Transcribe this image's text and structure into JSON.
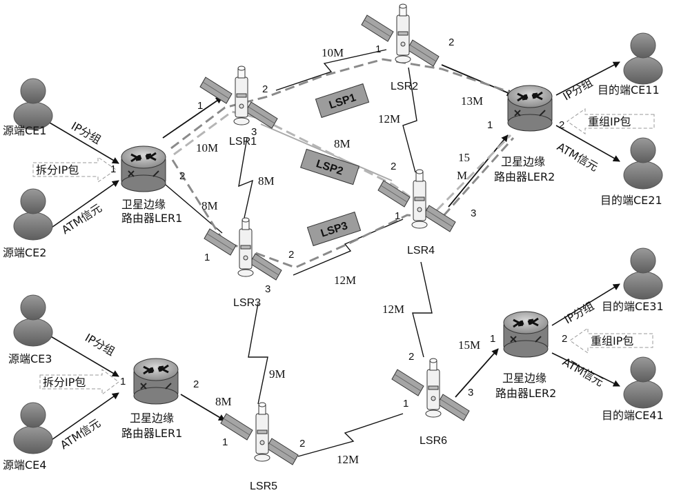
{
  "nodes": {
    "ce1": "源端CE1",
    "ce2": "源端CE2",
    "ce3": "源端CE3",
    "ce4": "源端CE4",
    "ce11": "目的端CE11",
    "ce21": "目的端CE21",
    "ce31": "目的端CE31",
    "ce41": "目的端CE41",
    "ler1_top_a": "卫星边缘",
    "ler1_top_b": "路由器LER1",
    "ler1_bot_a": "卫星边缘",
    "ler1_bot_b": "路由器LER1",
    "ler2_top_a": "卫星边缘",
    "ler2_top_b": "路由器LER2",
    "ler2_bot_a": "卫星边缘",
    "ler2_bot_b": "路由器LER2",
    "lsr1": "LSR1",
    "lsr2": "LSR2",
    "lsr3": "LSR3",
    "lsr4": "LSR4",
    "lsr5": "LSR5",
    "lsr6": "LSR6"
  },
  "flow_labels": {
    "ip_packet": "IP分组",
    "atm_cell": "ATM信元",
    "split_ip": "拆分IP包",
    "reassemble_ip": "重组IP包"
  },
  "lsp": {
    "lsp1": "LSP1",
    "lsp2": "LSP2",
    "lsp3": "LSP3"
  },
  "bandwidth": {
    "lsr1_lsr2": "10M",
    "ler1_lsr1": "10M",
    "lsr1_lsr4": "8M",
    "ler1_lsr3": "8M",
    "lsr1_lsr3": "8M",
    "lsr2_lsr4": "12M",
    "lsr2_ler2": "13M",
    "lsr4_ler2_a": "15",
    "lsr4_ler2_b": "M",
    "lsr3_lsr4": "12M",
    "lsr4_lsr6": "12M",
    "lsr3_lsr5": "9M",
    "ler1b_lsr5": "8M",
    "lsr5_lsr6": "12M",
    "lsr6_ler2b": "15M"
  },
  "ports": {
    "one": "1",
    "two": "2",
    "three": "3"
  },
  "colors": {
    "router": "#9a9a9a",
    "satellite_panel": "#9b9b9b",
    "person": "#7a7a7a",
    "lsp_box": "#9c9c9c",
    "dashed": "#8a8a8a"
  }
}
